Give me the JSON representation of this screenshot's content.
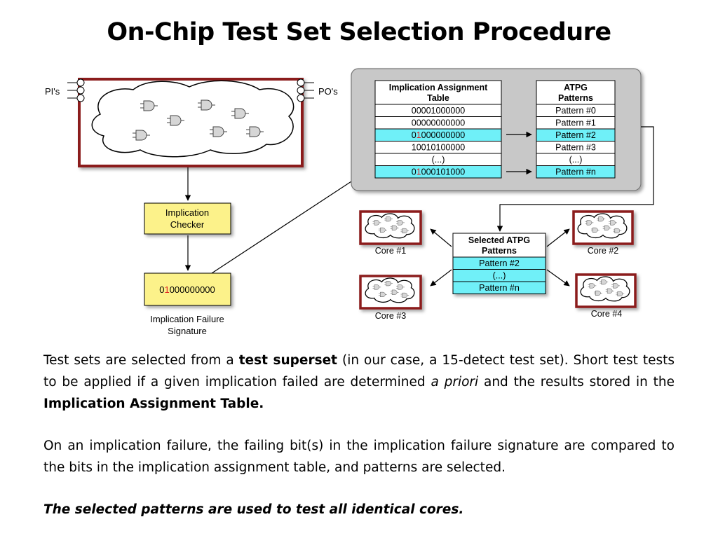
{
  "title": "On-Chip Test Set Selection Procedure",
  "circuit": {
    "pi_label": "PI's",
    "po_label": "PO's"
  },
  "checker": {
    "label_line1": "Implication",
    "label_line2": "Checker"
  },
  "signature": {
    "prefix": "0",
    "highlight": "1",
    "suffix": "000000000",
    "caption_line1": "Implication Failure",
    "caption_line2": "Signature"
  },
  "assignment_table": {
    "header_line1": "Implication Assignment",
    "header_line2": "Table",
    "rows": [
      {
        "prefix": "00001000000",
        "highlight": "",
        "suffix": "",
        "selected": false
      },
      {
        "prefix": "00000000000",
        "highlight": "",
        "suffix": "",
        "selected": false
      },
      {
        "prefix": "0",
        "highlight": "1",
        "suffix": "000000000",
        "selected": true
      },
      {
        "prefix": "10010100000",
        "highlight": "",
        "suffix": "",
        "selected": false
      },
      {
        "prefix": "(...)",
        "highlight": "",
        "suffix": "",
        "selected": false
      },
      {
        "prefix": "0",
        "highlight": "1",
        "suffix": "000101000",
        "selected": true
      }
    ]
  },
  "atpg_table": {
    "header_line1": "ATPG",
    "header_line2": "Patterns",
    "rows": [
      {
        "text": "Pattern #0",
        "selected": false
      },
      {
        "text": "Pattern #1",
        "selected": false
      },
      {
        "text": "Pattern #2",
        "selected": true
      },
      {
        "text": "Pattern #3",
        "selected": false
      },
      {
        "text": "(...)",
        "selected": false
      },
      {
        "text": "Pattern #n",
        "selected": true
      }
    ]
  },
  "selected_table": {
    "header_line1": "Selected ATPG",
    "header_line2": "Patterns",
    "rows": [
      "Pattern #2",
      "(...)",
      "Pattern #n"
    ]
  },
  "cores": [
    "Core #1",
    "Core #2",
    "Core #3",
    "Core #4"
  ],
  "colors": {
    "chip_border": "#8b1a1a",
    "checker_fill": "#fcf28a",
    "highlight_row": "#6ff0f8",
    "panel_fill": "#c8c8c8",
    "gate_fill": "#d6d6d6",
    "highlight_bit": "#e02020"
  },
  "text": {
    "p1_a": "Test sets are selected from a ",
    "p1_b": "test superset",
    "p1_c": " (in our case, a 15-detect test set). Short test tests to be applied if a given implication failed are determined ",
    "p1_d": "a priori",
    "p1_e": " and the results stored in the ",
    "p1_f": "Implication Assignment Table.",
    "p2": "On an implication failure, the failing bit(s) in the implication failure signature are compared to the bits in the implication assignment table, and patterns are selected.",
    "p3": "The selected patterns are used to test all identical cores."
  }
}
